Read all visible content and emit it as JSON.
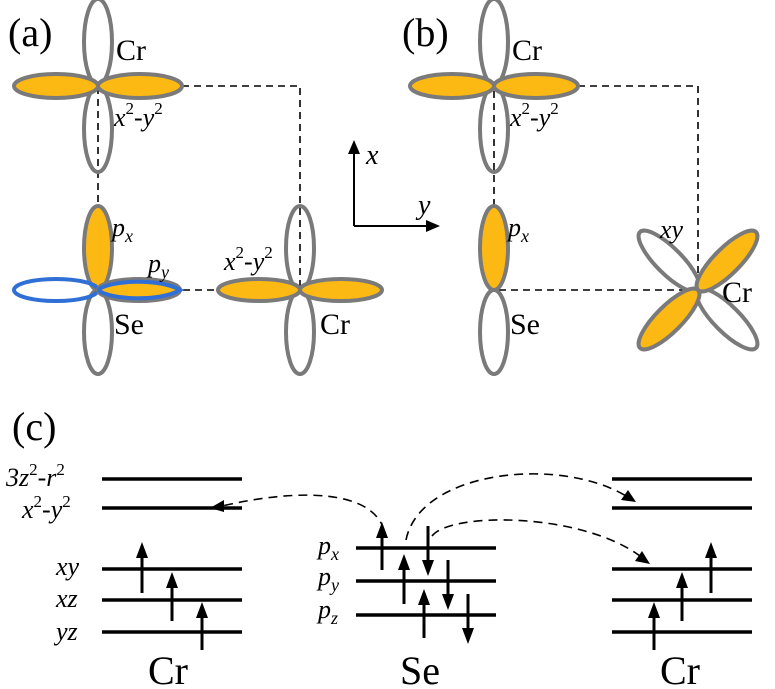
{
  "panels": {
    "a": {
      "tag": "(a)",
      "cr_top": "Cr",
      "cr_top_orbital": "x",
      "cr_top_orbital_exp1": "2",
      "cr_top_orbital_mid": "-y",
      "cr_top_orbital_exp2": "2",
      "px_base": "p",
      "px_sub": "x",
      "py_base": "p",
      "py_sub": "y",
      "se": "Se",
      "cr_right": "Cr",
      "cr_right_orbital": "x",
      "cr_right_orbital_exp1": "2",
      "cr_right_orbital_mid": "-y",
      "cr_right_orbital_exp2": "2"
    },
    "axes": {
      "x": "x",
      "y": "y"
    },
    "b": {
      "tag": "(b)",
      "cr_top": "Cr",
      "cr_top_orbital": "x",
      "cr_top_orbital_exp1": "2",
      "cr_top_orbital_mid": "-y",
      "cr_top_orbital_exp2": "2",
      "px_base": "p",
      "px_sub": "x",
      "se": "Se",
      "xy": "xy",
      "cr_right": "Cr"
    },
    "c": {
      "tag": "(c)",
      "left_labels": {
        "l1_a": "3z",
        "l1_exp": "2",
        "l1_b": "-r",
        "l1_exp2": "2",
        "l2_a": "x",
        "l2_exp": "2",
        "l2_b": "-y",
        "l2_exp2": "2",
        "l3": "xy",
        "l4": "xz",
        "l5": "yz"
      },
      "se_labels": {
        "px_base": "p",
        "px_sub": "x",
        "py_base": "p",
        "py_sub": "y",
        "pz_base": "p",
        "pz_sub": "z"
      },
      "footer": {
        "left": "Cr",
        "middle": "Se",
        "right": "Cr"
      }
    }
  }
}
